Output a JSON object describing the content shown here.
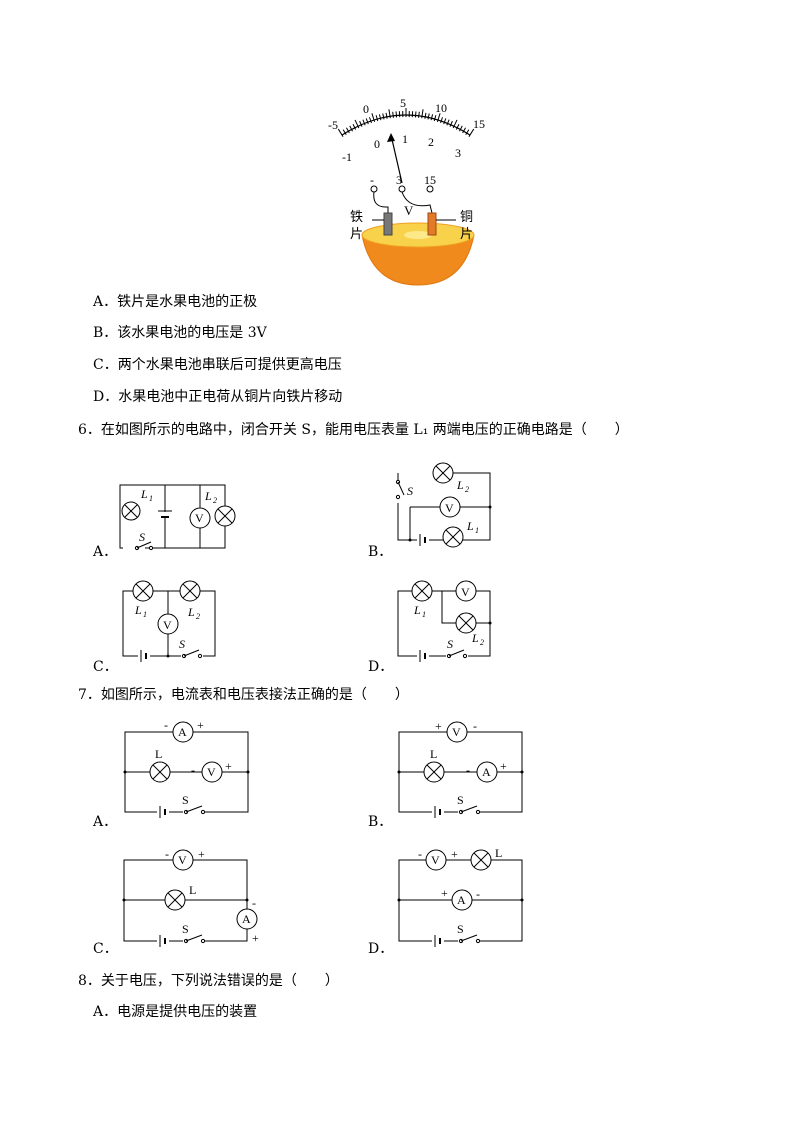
{
  "meter": {
    "upper_scale": [
      "-5",
      "0",
      "5",
      "10",
      "15"
    ],
    "lower_scale": [
      "-1",
      "0",
      "1",
      "2",
      "3"
    ],
    "terminals": [
      "-",
      "3",
      "15"
    ],
    "meter_symbol": "V",
    "iron_label_1": "铁",
    "iron_label_2": "片",
    "copper_label_1": "铜",
    "copper_label_2": "片"
  },
  "q5": {
    "options": [
      "A．铁片是水果电池的正极",
      "B．该水果电池的电压是 3V",
      "C．两个水果电池串联后可提供更高电压",
      "D．水果电池中正电荷从铜片向铁片移动"
    ]
  },
  "q6": {
    "stem": "6．在如图所示的电路中，闭合开关 S，能用电压表量 L₁ 两端电压的正确电路是（　　）",
    "labels": [
      "A．",
      "B．",
      "C．",
      "D．"
    ]
  },
  "q7": {
    "stem": "7．如图所示，电流表和电压表接法正确的是（　　）",
    "labels": [
      "A．",
      "B．",
      "C．",
      "D．"
    ]
  },
  "q8": {
    "stem": "8．关于电压，下列说法错误的是（　　）",
    "options": [
      "A．电源是提供电压的装置"
    ]
  },
  "symbols": {
    "L": "L",
    "L1": "L",
    "L1_sub": "1",
    "L2": "L",
    "L2_sub": "2",
    "S": "S",
    "V": "V",
    "A": "A",
    "plus": "+",
    "minus": "-"
  }
}
